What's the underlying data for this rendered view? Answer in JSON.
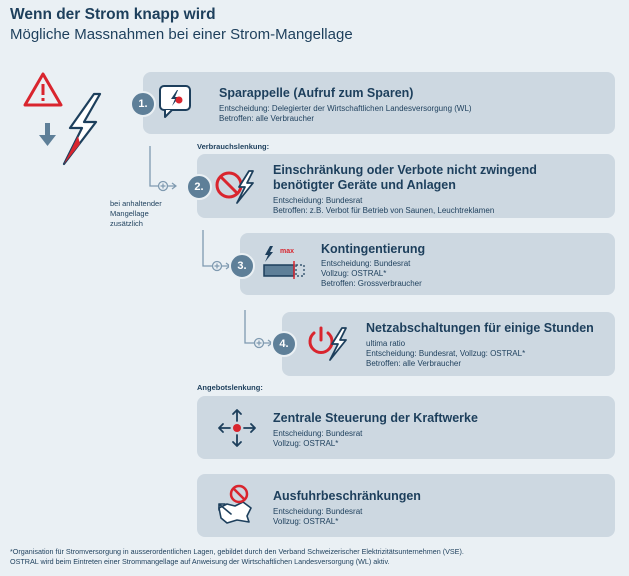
{
  "title": "Wenn der Strom knapp wird",
  "subtitle": "Mögliche Massnahmen bei einer Strom-Mangellage",
  "side_note": [
    "bei anhaltender",
    "Mangellage",
    "zusätzlich"
  ],
  "sections": {
    "consumption": "Verbrauchslenkung:",
    "supply": "Angebotslenkung:"
  },
  "steps": [
    {
      "number": "1.",
      "title": "Sparappelle (Aufruf zum Sparen)",
      "details": [
        "Entscheidung: Delegierter der Wirtschaftlichen Landesversorgung (WL)",
        "Betroffen: alle Verbraucher"
      ]
    },
    {
      "number": "2.",
      "title_lines": [
        "Einschränkung oder Verbote nicht zwingend",
        "benötigter Geräte und Anlagen"
      ],
      "details": [
        "Entscheidung: Bundesrat",
        "Betroffen: z.B. Verbot für Betrieb von Saunen, Leuchtreklamen"
      ]
    },
    {
      "number": "3.",
      "title": "Kontingentierung",
      "icon_label": "max",
      "details": [
        "Entscheidung: Bundesrat",
        "Vollzug: OSTRAL*",
        "Betroffen: Grossverbraucher"
      ]
    },
    {
      "number": "4.",
      "title": "Netzabschaltungen für einige Stunden",
      "details": [
        "ultima ratio",
        "Entscheidung: Bundesrat, Vollzug: OSTRAL*",
        "Betroffen: alle Verbraucher"
      ]
    }
  ],
  "supply_cards": [
    {
      "title": "Zentrale Steuerung der Kraftwerke",
      "details": [
        "Entscheidung: Bundesrat",
        "Vollzug: OSTRAL*"
      ]
    },
    {
      "title": "Ausfuhrbeschränkungen",
      "details": [
        "Entscheidung: Bundesrat",
        "Vollzug: OSTRAL*"
      ]
    }
  ],
  "footnote": [
    "*Organisation für Stromversorgung in ausserordentlichen Lagen, gebildet durch den Verband Schweizerischer Elektrizitätsunternehmen (VSE).",
    "OSTRAL wird beim Eintreten einer Strommangellage auf Anweisung der Wirtschaftlichen Landesversorgung (WL) aktiv."
  ],
  "colors": {
    "background": "#eaf0f4",
    "card": "#cdd8e1",
    "text": "#1d3f5c",
    "badge": "#5e7f98",
    "warning": "#d9252e"
  },
  "icons": [
    "warning-triangle-icon",
    "lightning-icon",
    "down-arrow-icon",
    "speech-bubble-power-icon",
    "prohibited-lightning-icon",
    "battery-max-icon",
    "power-button-lightning-icon",
    "crosshair-arrows-icon",
    "map-export-icon"
  ]
}
